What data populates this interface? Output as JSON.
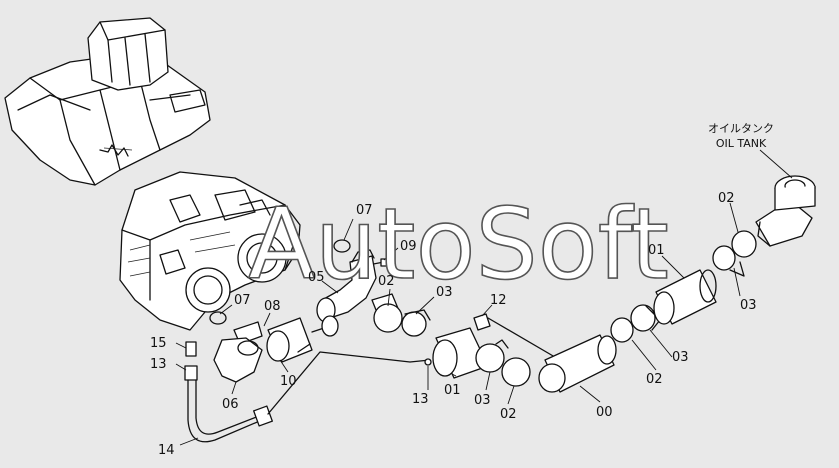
{
  "watermark": "AutoSoft",
  "tank_label_jp": "オイルタンク",
  "tank_label_en": "OIL TANK",
  "callouts": {
    "c07a": "07",
    "c09": "09",
    "c05": "05",
    "c02a": "02",
    "c03a": "03",
    "c12": "12",
    "c07b": "07",
    "c08": "08",
    "c15": "15",
    "c13a": "13",
    "c10": "10",
    "c06": "06",
    "c13b": "13",
    "c01a": "01",
    "c03b": "03",
    "c02b": "02",
    "c00": "00",
    "c14": "14",
    "c02c": "02",
    "c01b": "01",
    "c03c": "03",
    "c03d": "03",
    "c02d": "02"
  }
}
